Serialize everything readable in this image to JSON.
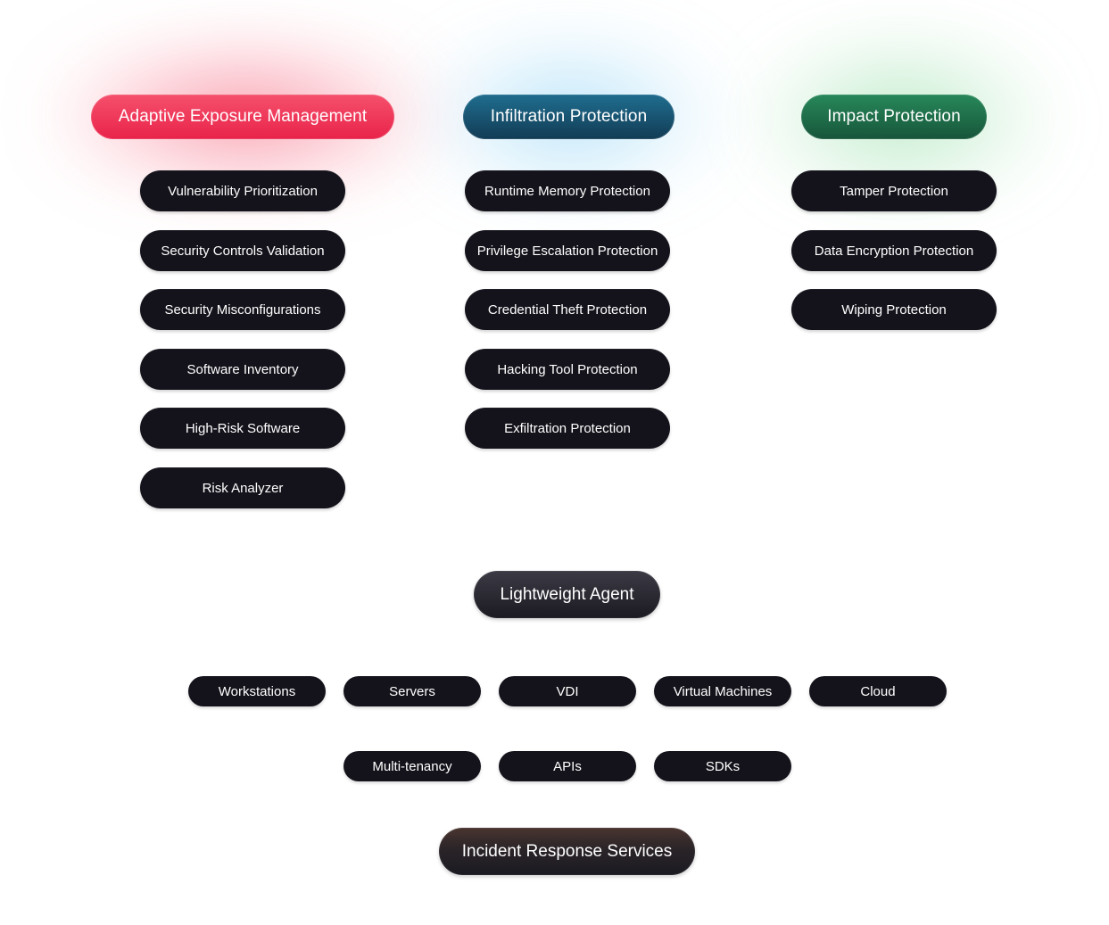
{
  "columns": [
    {
      "title": "Adaptive Exposure Management",
      "accent": "#e9234a",
      "items": [
        "Vulnerability Prioritization",
        "Security Controls Validation",
        "Security Misconfigurations",
        "Software Inventory",
        "High-Risk Software",
        "Risk Analyzer"
      ]
    },
    {
      "title": "Infiltration Protection",
      "accent": "#123c55",
      "items": [
        "Runtime Memory Protection",
        "Privilege Escalation Protection",
        "Credential Theft Protection",
        "Hacking Tool Protection",
        "Exfiltration Protection"
      ]
    },
    {
      "title": "Impact Protection",
      "accent": "#17553a",
      "items": [
        "Tamper Protection",
        "Data Encryption Protection",
        "Wiping Protection"
      ]
    }
  ],
  "agent": {
    "label": "Lightweight Agent"
  },
  "platforms": {
    "row1": [
      "Workstations",
      "Servers",
      "VDI",
      "Virtual Machines",
      "Cloud"
    ],
    "row2": [
      "Multi-tenancy",
      "APIs",
      "SDKs"
    ]
  },
  "services": {
    "label": "Incident Response Services"
  }
}
